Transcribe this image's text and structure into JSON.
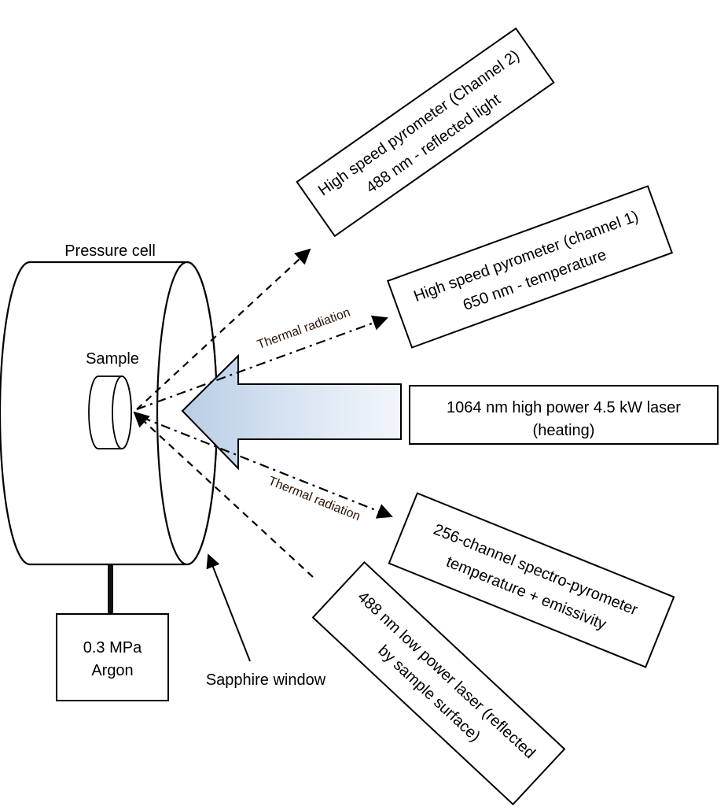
{
  "labels": {
    "pressure_cell": "Pressure cell",
    "sample": "Sample",
    "sapphire_window": "Sapphire window",
    "thermal_radiation_upper": "Thermal radiation",
    "thermal_radiation_lower": "Thermal radiation"
  },
  "boxes": {
    "argon": {
      "line1": "0.3 MPa",
      "line2": "Argon"
    },
    "pyrometer_ch2": {
      "line1": "High speed pyrometer (Channel 2)",
      "line2": "488 nm - reflected light"
    },
    "pyrometer_ch1": {
      "line1": "High speed pyrometer (channel 1)",
      "line2": "650 nm - temperature"
    },
    "laser_heating": {
      "line1": "1064 nm high power 4.5 kW laser",
      "line2": "(heating)"
    },
    "spectro_pyrometer": {
      "line1": "256-channel spectro-pyrometer",
      "line2": "temperature + emissivity"
    },
    "probe_laser": {
      "line1": "488 nm low power laser (reflected",
      "line2": "by sample surface)"
    }
  },
  "colors": {
    "arrow_fill": "#dbe6f3",
    "line": "#000000",
    "radiation_text": "#2a1205"
  }
}
